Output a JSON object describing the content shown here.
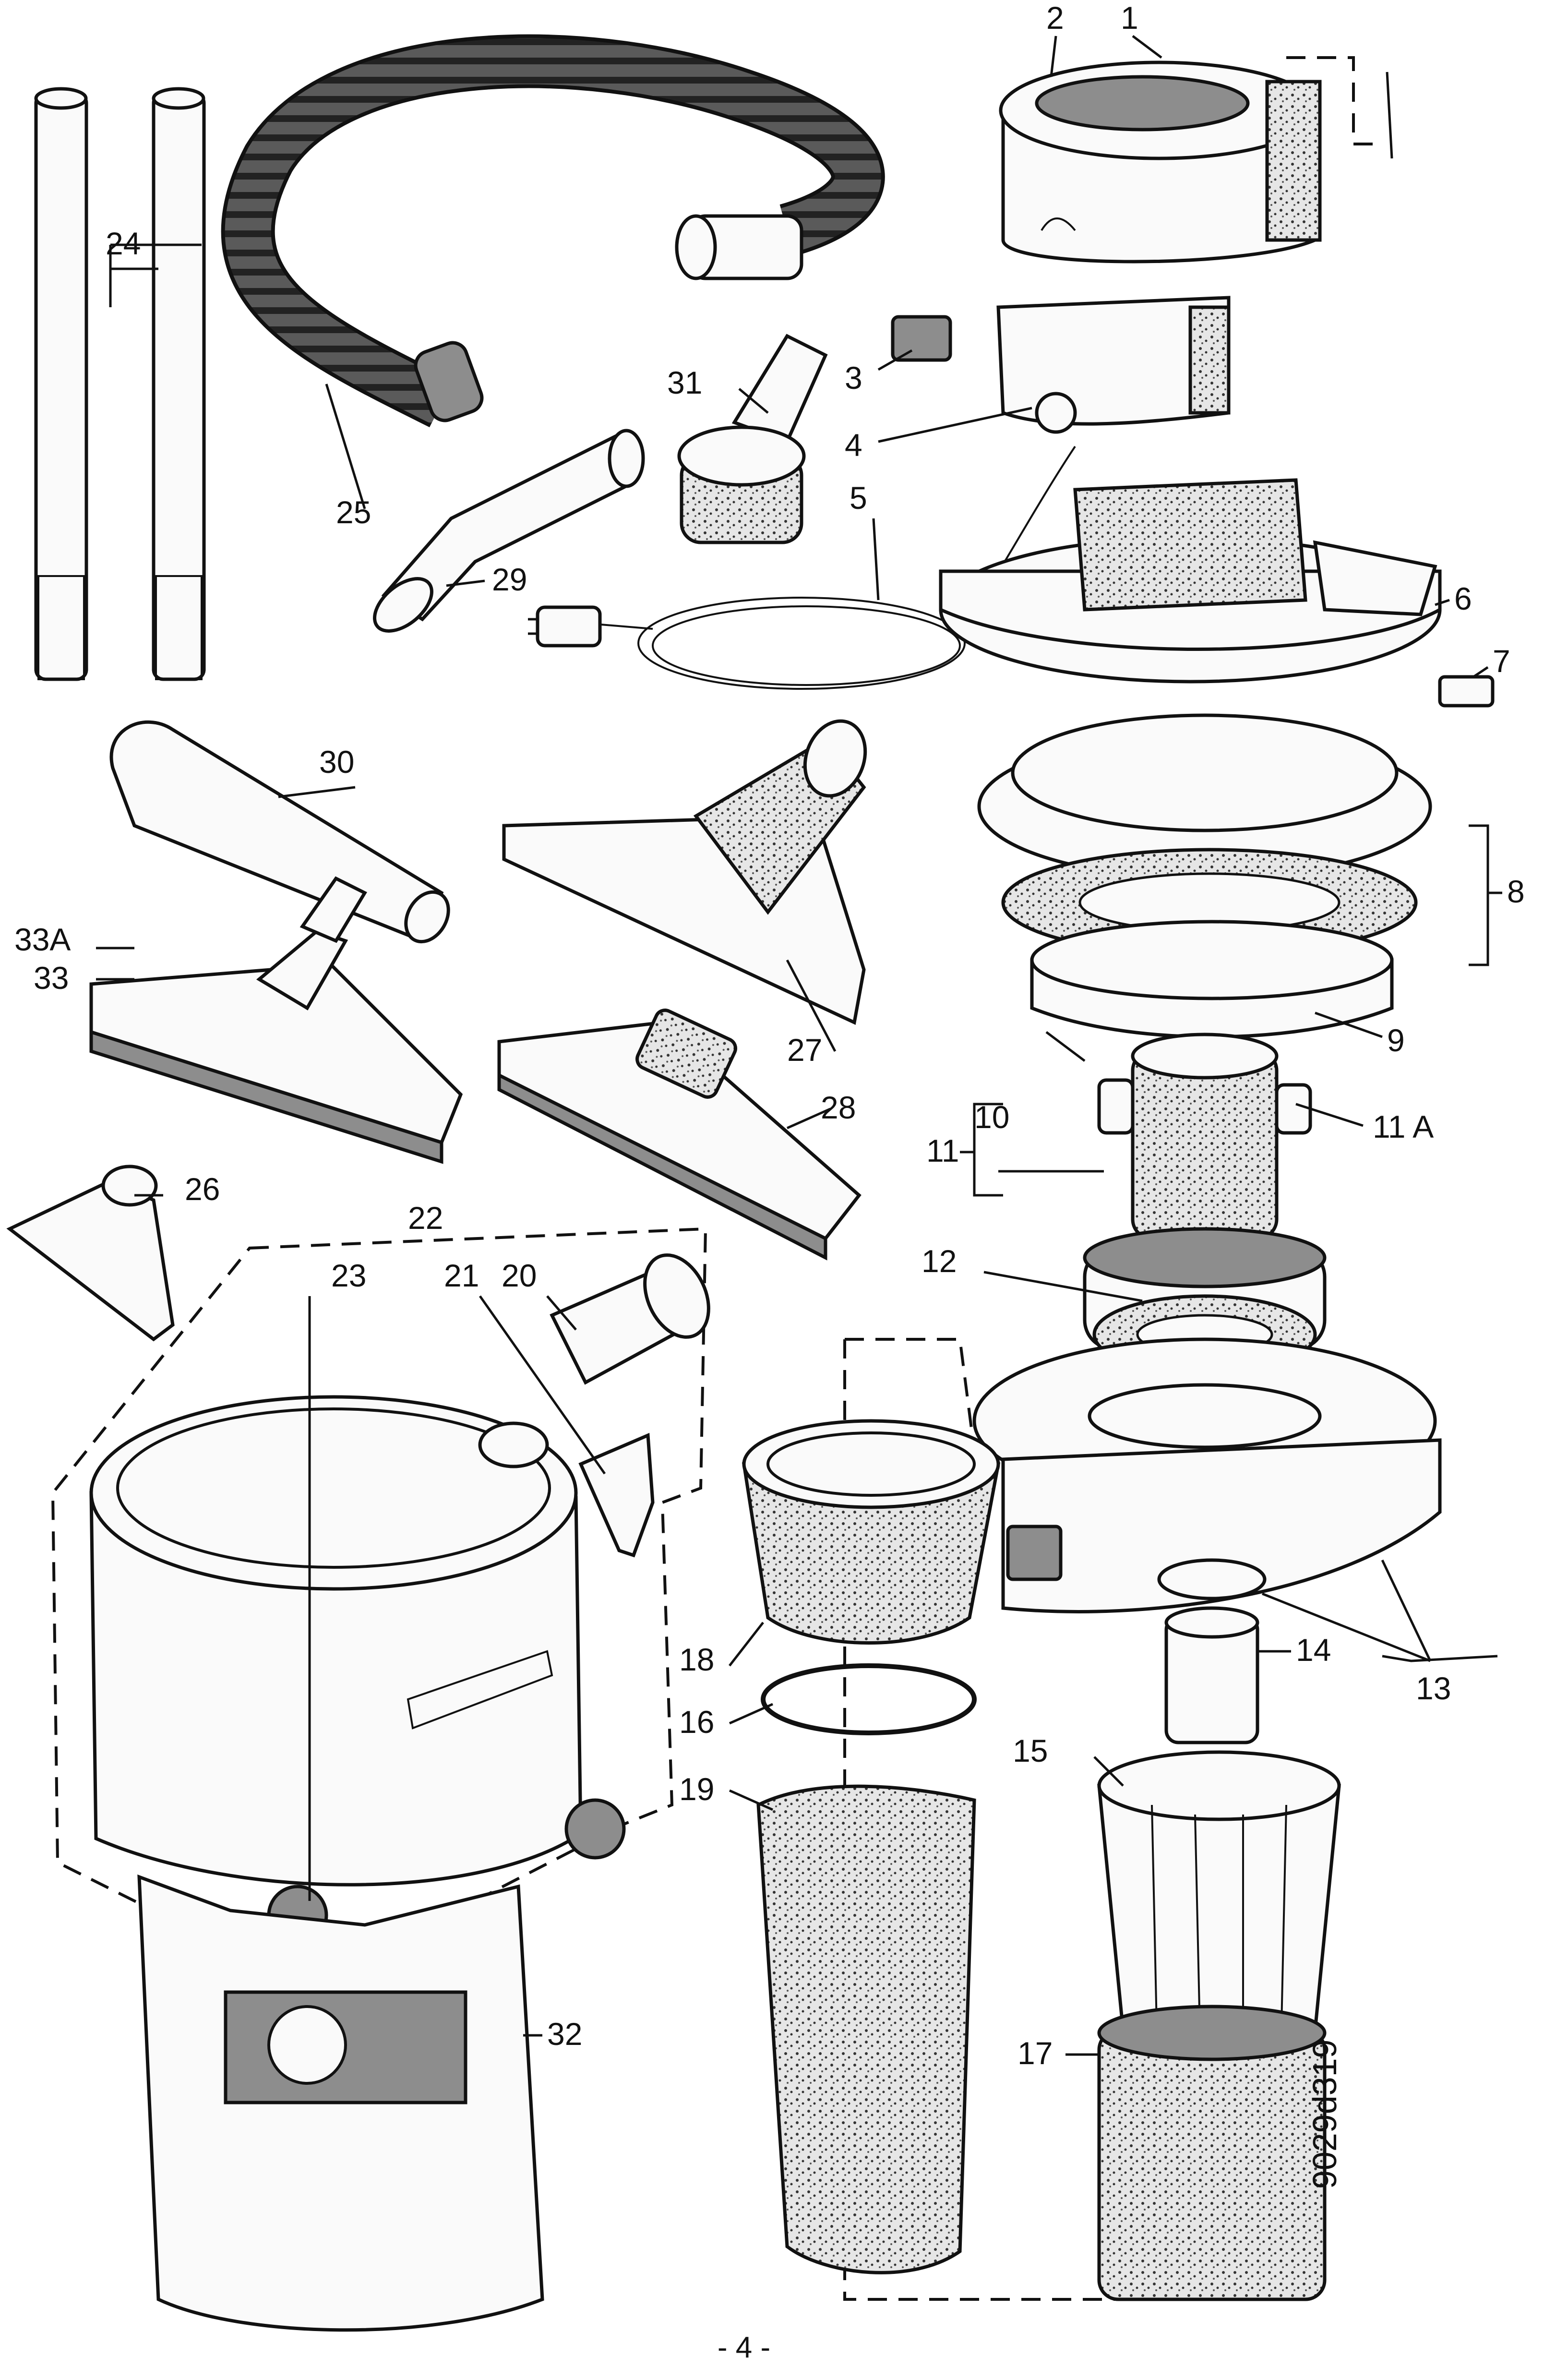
{
  "labels": {
    "p1": "1",
    "p2": "2",
    "p3": "3",
    "p4": "4",
    "p5": "5",
    "p6": "6",
    "p7": "7",
    "p8": "8",
    "p9": "9",
    "p10": "10",
    "p11": "11",
    "p11a": "11 A",
    "p12": "12",
    "p13": "13",
    "p14": "14",
    "p15": "15",
    "p16": "16",
    "p17": "17",
    "p18": "18",
    "p19": "19",
    "p20": "20",
    "p21": "21",
    "p22": "22",
    "p23": "23",
    "p24": "24",
    "p25": "25",
    "p26": "26",
    "p27": "27",
    "p28": "28",
    "p29": "29",
    "p30": "30",
    "p31": "31",
    "p32": "32",
    "p33": "33",
    "p33a": "33A"
  },
  "page_number": "- 4 -",
  "drawing_code": "9029d319"
}
